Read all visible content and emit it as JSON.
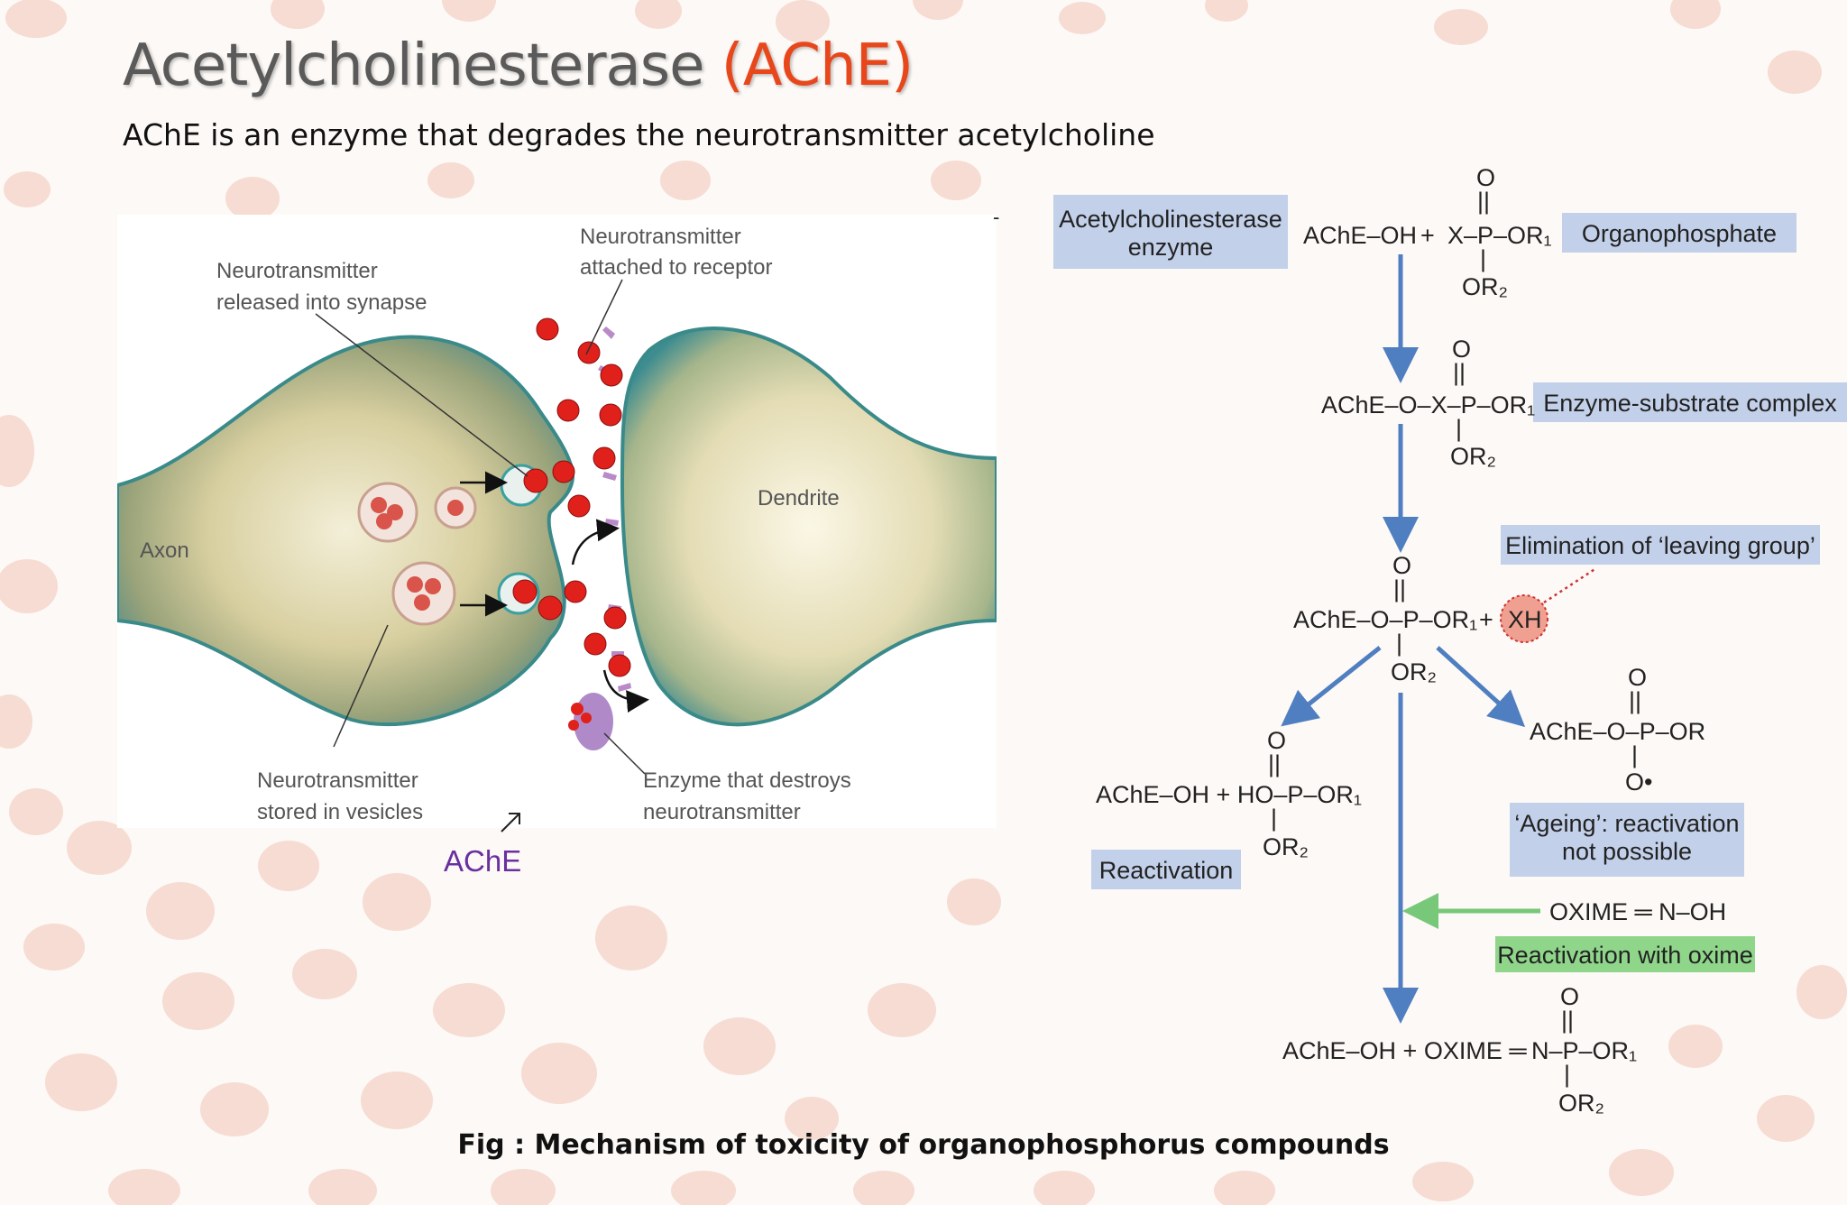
{
  "title": {
    "main": "Acetylcholinesterase",
    "accent": "(AChE)"
  },
  "subtitle": "AChE is an enzyme that degrades the neurotransmitter acetylcholine",
  "synapse": {
    "released": [
      "Neurotransmitter",
      "released into synapse"
    ],
    "attached": [
      "Neurotransmitter",
      "attached to receptor"
    ],
    "axon": "Axon",
    "dendrite": "Dendrite",
    "stored": [
      "Neurotransmitter",
      "stored in vesicles"
    ],
    "enzyme": [
      "Enzyme that destroys",
      "neurotransmitter"
    ]
  },
  "ache_note": "AChE",
  "mechanism": {
    "enzyme_box": [
      "Acetylcholinesterase",
      "enzyme"
    ],
    "organophosphate_box": "Organophosphate",
    "complex_box": "Enzyme-substrate complex",
    "elimination_box": "Elimination of ‘leaving group’",
    "reactivation_box": "Reactivation",
    "ageing_box": [
      "‘Ageing’: reactivation",
      "not possible"
    ],
    "oxime_box": "Reactivation with oxime",
    "xh": "XH",
    "r1_left": "AChE–OH",
    "r1_plus": "+",
    "r1_right": "X–P–OR₁",
    "r2": "AChE–O–X–P–OR₁",
    "r3": "AChE–O–P–OR₁",
    "r3_plus": "+",
    "left_product": "AChE–OH + HO–P–OR₁",
    "right_product": "AChE–O–P–OR",
    "oxime_reagent": "OXIME ═ N–OH",
    "final_left": "AChE–OH + OXIME ═",
    "final_right": "N–P–OR₁",
    "o_top": "O",
    "double_bond": "||",
    "single_bond": "|",
    "or2": "OR₂",
    "o_radical": "O•"
  },
  "caption": "Fig : Mechanism of toxicity of organophosphorus compounds",
  "dash": "-",
  "colors": {
    "title_accent": "#e8471c",
    "box_fill": "#c3d0ea",
    "oxime_box_fill": "#8fd68b",
    "arrow_blue": "#4f7fc0",
    "arrow_green": "#78c87a",
    "xh_fill": "#f0a090",
    "ache_note": "#6a2fa0"
  }
}
